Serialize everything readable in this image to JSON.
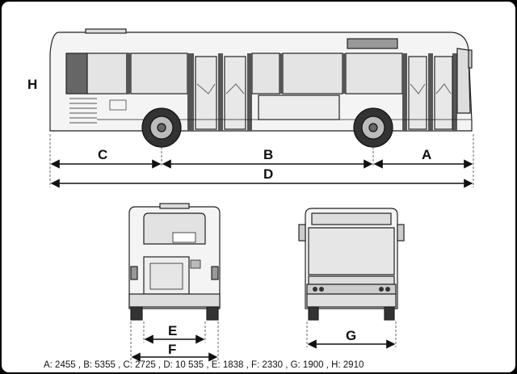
{
  "labels": {
    "A": "A",
    "B": "B",
    "C": "C",
    "D": "D",
    "E": "E",
    "F": "F",
    "G": "G",
    "H": "H"
  },
  "caption": "A: 2455  , B: 5355  , C: 2725  , D: 10 535  , E: 1838  , F: 2330  , G: 1900  , H: 2910"
}
